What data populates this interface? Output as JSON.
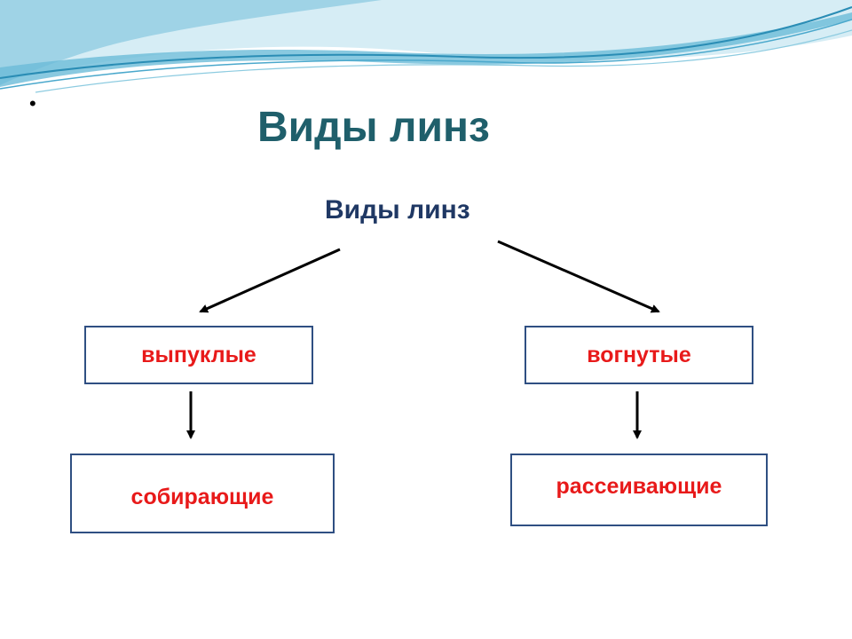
{
  "slide": {
    "bullet": "•",
    "title": "Виды линз"
  },
  "diagram": {
    "root": "Виды линз",
    "left_branch": {
      "type_label": "выпуклые",
      "result_label": "собирающие"
    },
    "right_branch": {
      "type_label": "вогнутые",
      "result_label": "рассеивающие"
    }
  },
  "colors": {
    "title": "#1f5f6b",
    "root_text": "#1f3864",
    "box_text": "#e81a1a",
    "box_border": "#2f4f82",
    "wave_light": "#cfe9f3",
    "wave_mid": "#7fc4dc",
    "wave_dark": "#2a8db5"
  }
}
